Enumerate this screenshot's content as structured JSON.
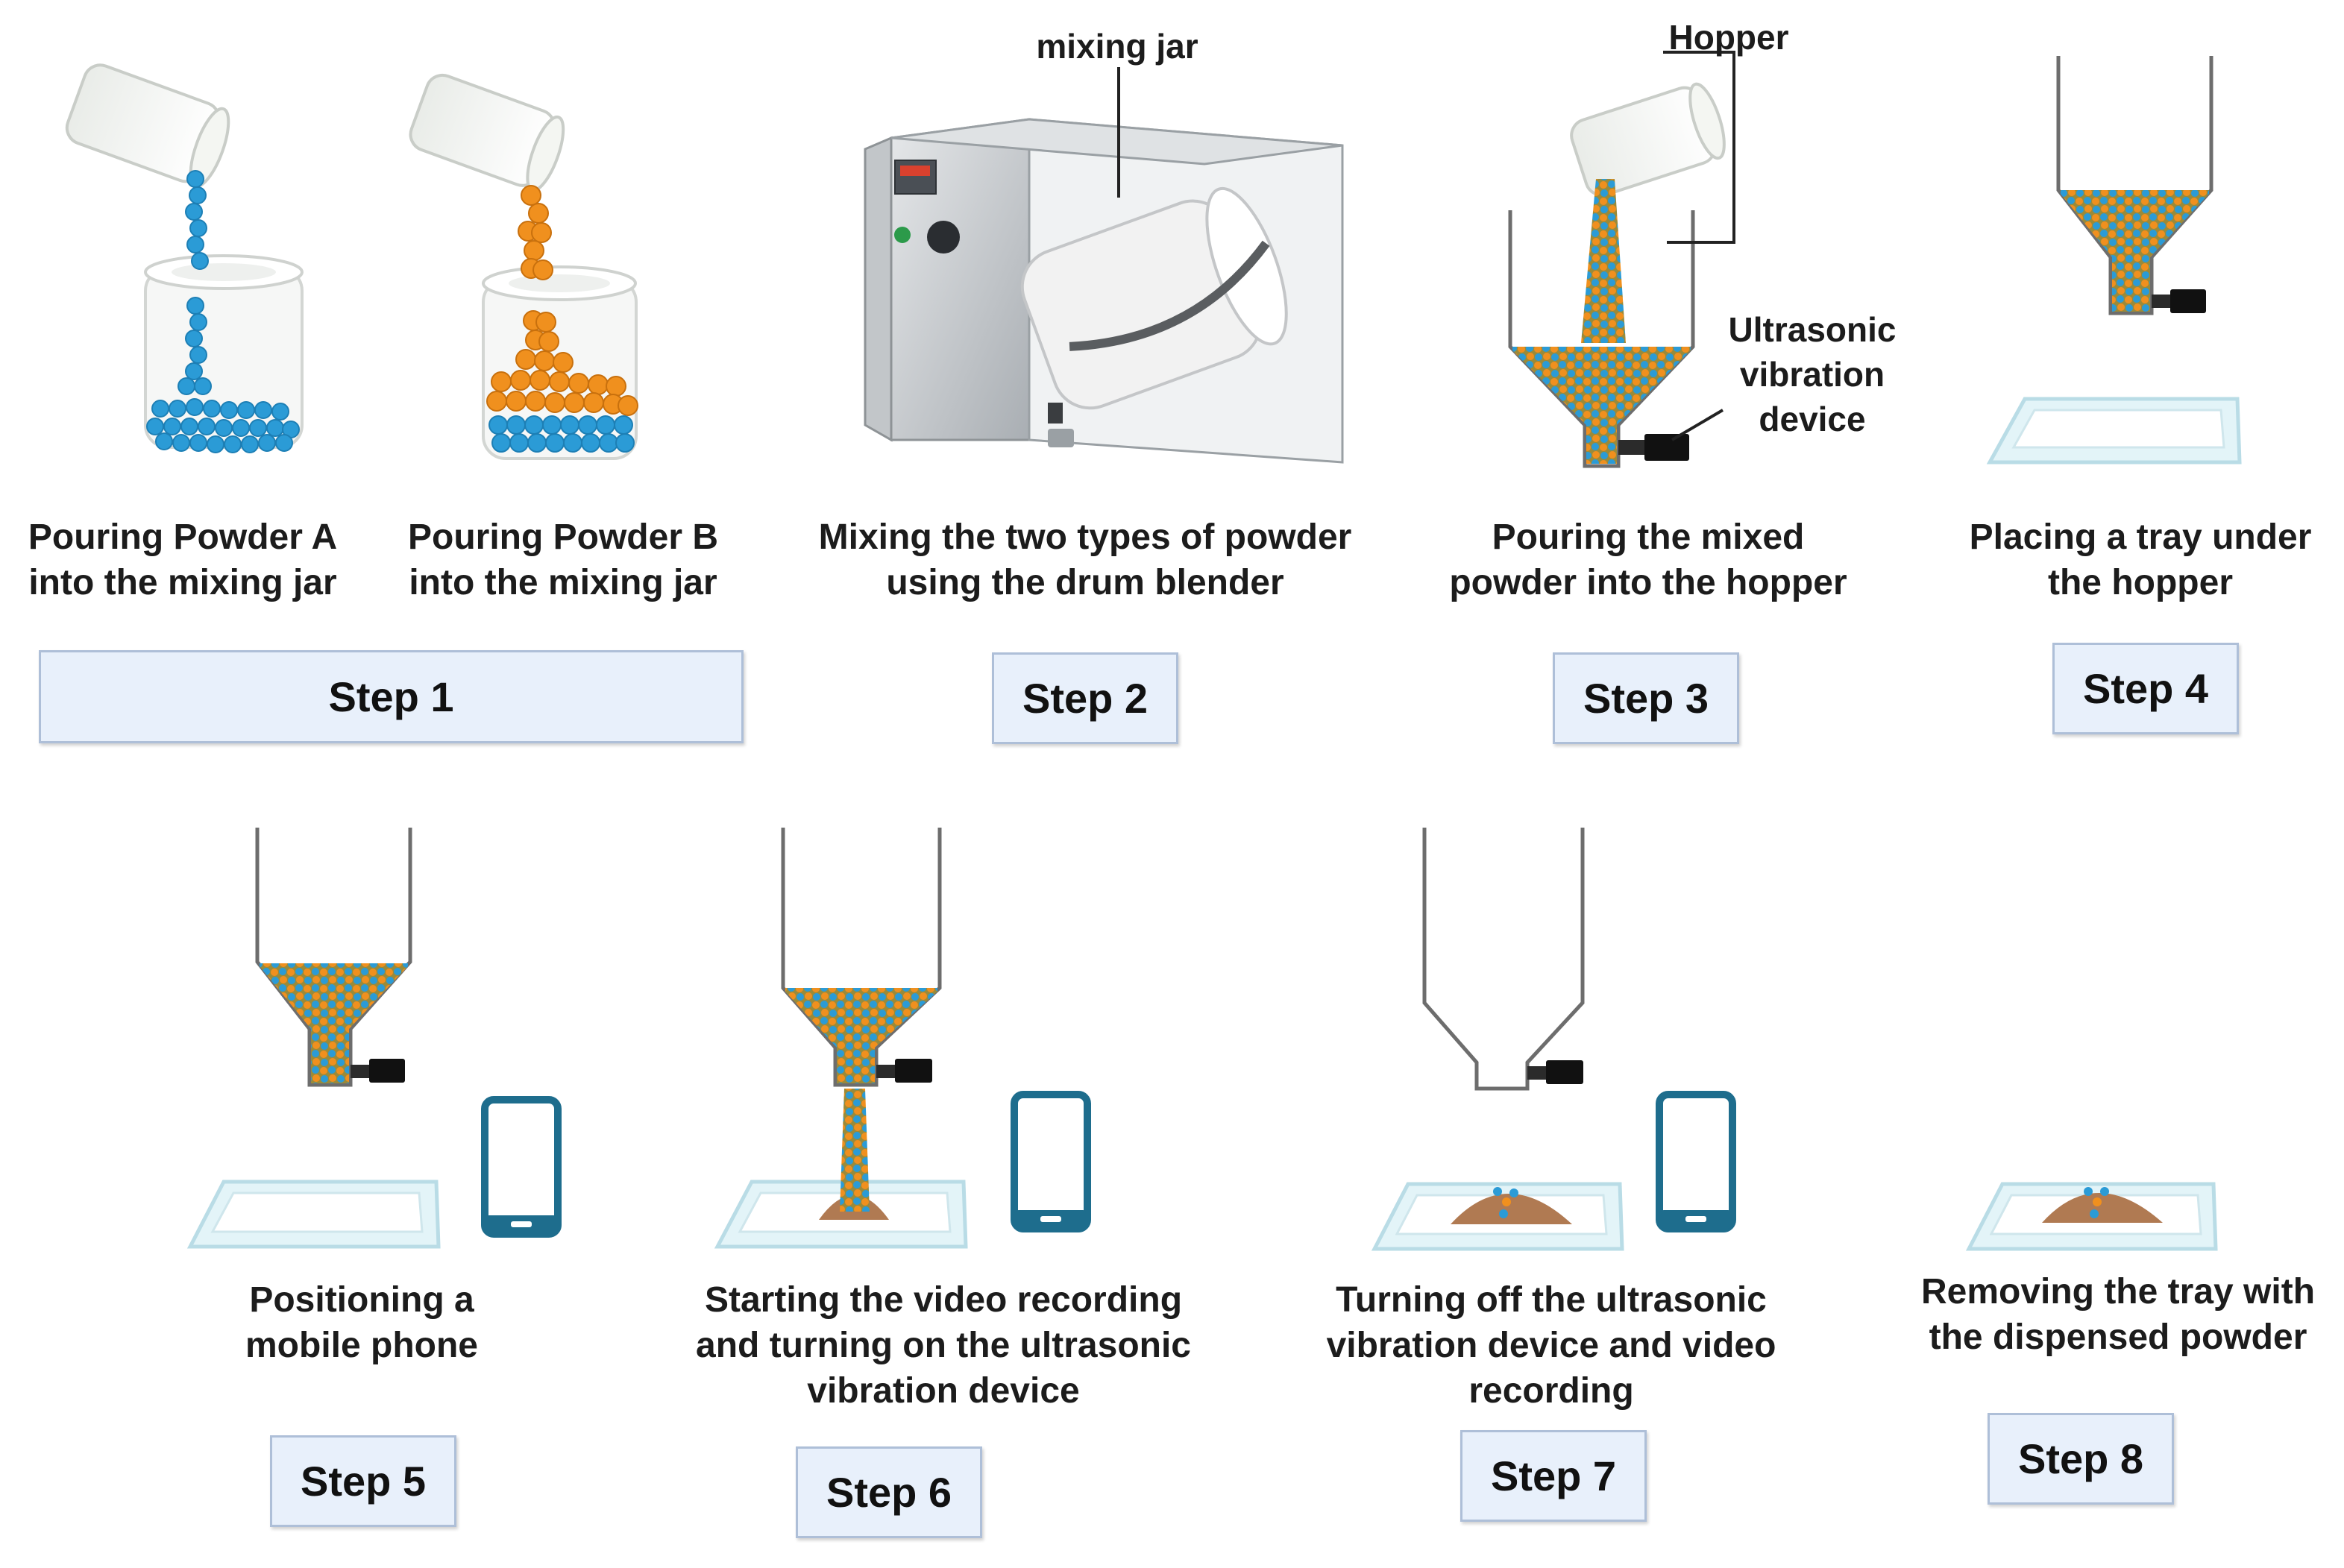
{
  "colors": {
    "powder_a": "#2b9bd6",
    "powder_b": "#f0901e",
    "mixed_powder": "#8a9a45",
    "step_box_fill": "#e8f0fb",
    "step_box_border": "#aebfd8",
    "dispensed_pile": "#b07a52"
  },
  "labels": {
    "mixing_jar": "mixing jar",
    "hopper": "Hopper",
    "ultrasonic_device": [
      "Ultrasonic",
      "vibration",
      "device"
    ]
  },
  "captions": {
    "pour_a": [
      "Pouring Powder A",
      "into the mixing jar"
    ],
    "pour_b": [
      "Pouring Powder B",
      "into the mixing jar"
    ],
    "mix": [
      "Mixing the two types of powder",
      "using the drum blender"
    ],
    "pour_hopper": [
      "Pouring the mixed",
      "powder into the hopper"
    ],
    "tray": [
      "Placing a tray under",
      "the hopper"
    ],
    "phone": [
      "Positioning a",
      "mobile phone"
    ],
    "start": [
      "Starting the video recording",
      "and turning on the ultrasonic",
      "vibration device"
    ],
    "stop": [
      "Turning off  the ultrasonic",
      "vibration device and video",
      "recording"
    ],
    "remove": [
      "Removing the tray with",
      "the dispensed powder"
    ]
  },
  "steps": [
    "Step 1",
    "Step 2",
    "Step 3",
    "Step 4",
    "Step 5",
    "Step 6",
    "Step 7",
    "Step 8"
  ],
  "icons": [
    "cup-icon",
    "jar-icon",
    "drum-blender-icon",
    "hopper-icon",
    "ultrasonic-device-icon",
    "tray-icon",
    "mobile-phone-icon",
    "powder-pile-icon"
  ]
}
